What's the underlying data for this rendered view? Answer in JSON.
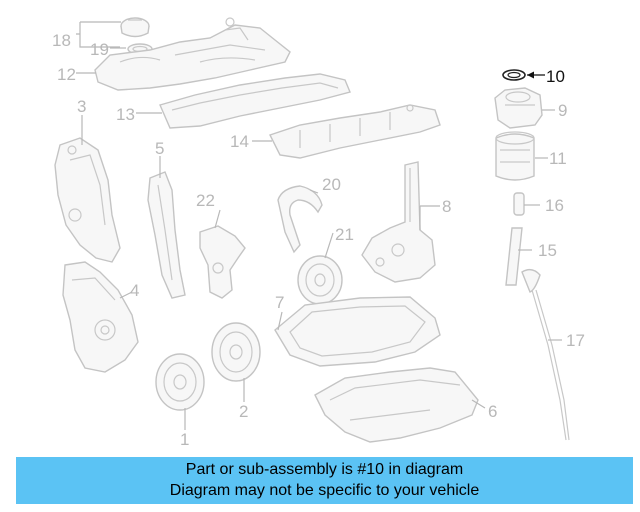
{
  "diagram": {
    "highlight": "10",
    "colors": {
      "parts": "#c4c4c4",
      "labels": "#b8b8b8",
      "highlight": "#111111",
      "banner": "#5bc3f4"
    },
    "callouts": [
      {
        "id": "c1",
        "label": "1"
      },
      {
        "id": "c2",
        "label": "2"
      },
      {
        "id": "c3",
        "label": "3"
      },
      {
        "id": "c4",
        "label": "4"
      },
      {
        "id": "c5",
        "label": "5"
      },
      {
        "id": "c6",
        "label": "6"
      },
      {
        "id": "c7",
        "label": "7"
      },
      {
        "id": "c8",
        "label": "8"
      },
      {
        "id": "c9",
        "label": "9"
      },
      {
        "id": "c10",
        "label": "10"
      },
      {
        "id": "c11",
        "label": "11"
      },
      {
        "id": "c12",
        "label": "12"
      },
      {
        "id": "c13",
        "label": "13"
      },
      {
        "id": "c14",
        "label": "14"
      },
      {
        "id": "c15",
        "label": "15"
      },
      {
        "id": "c16",
        "label": "16"
      },
      {
        "id": "c17",
        "label": "17"
      },
      {
        "id": "c18",
        "label": "18"
      },
      {
        "id": "c19",
        "label": "19"
      },
      {
        "id": "c20",
        "label": "20"
      },
      {
        "id": "c21",
        "label": "21"
      },
      {
        "id": "c22",
        "label": "22"
      }
    ]
  },
  "banner": {
    "line1": "Part or sub-assembly is #10 in diagram",
    "line2": "Diagram may not be specific to your vehicle"
  }
}
